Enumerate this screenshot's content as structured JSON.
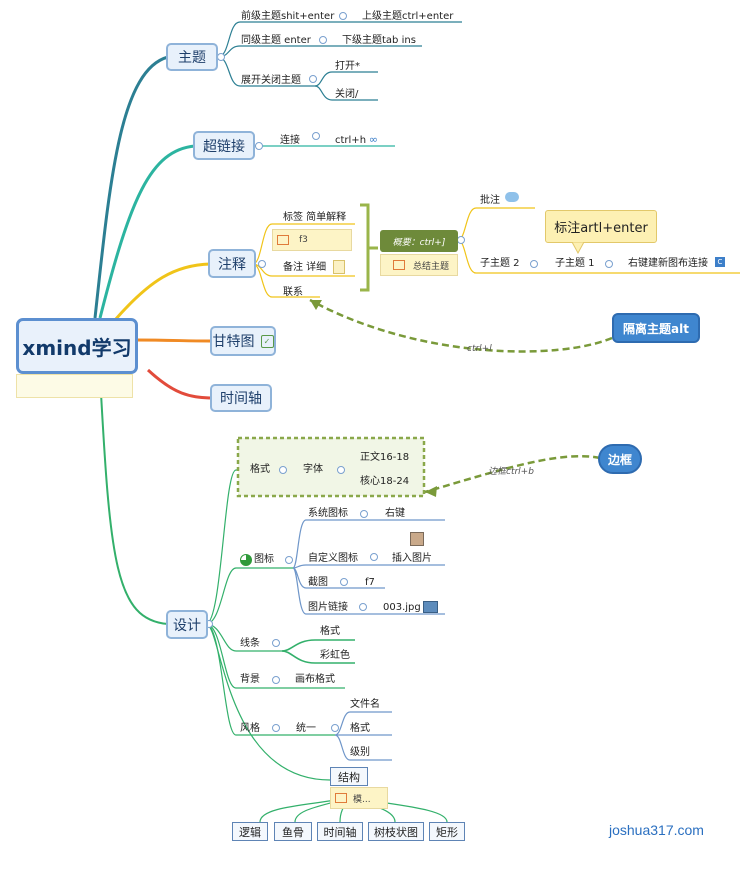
{
  "root": {
    "label": "xmind学习"
  },
  "branches": {
    "topic": "主题",
    "hyperlink": "超链接",
    "annotation": "注释",
    "gantt": "甘特图",
    "timeline": "时间轴",
    "design": "设计"
  },
  "topic_children": {
    "prev_topic": "前级主题shit+enter",
    "upper_topic": "上级主题ctrl+enter",
    "same_topic": "同级主题 enter",
    "lower_topic": "下级主题tab ins",
    "expand_collapse": "展开关闭主题",
    "open": "打开*",
    "close": "关闭/"
  },
  "hyperlink_children": {
    "connect": "连接",
    "shortcut": "ctrl+h"
  },
  "annotation_children": {
    "label_simple": "标签 简单解释",
    "f3": "f3",
    "remark_detail": "备注 详细",
    "connection": "联系",
    "summary": "概要：ctrl+]",
    "summary_topic": "总结主题",
    "comment": "批注",
    "subtopic2": "子主题 2",
    "subtopic1": "子主题 1",
    "new_canvas_link": "右键建新图布连接",
    "callout": "标注artl+enter",
    "float_topic": "隔离主题alt",
    "relation_shortcut": "ctrl+l"
  },
  "design_children": {
    "format": "格式",
    "font": "字体",
    "body_text": "正文16-18",
    "core_text": "核心18-24",
    "boundary_shortcut": "边框ctrl+b",
    "boundary": "边框",
    "icons": "图标",
    "system_icons": "系统图标",
    "right_click": "右键",
    "custom_icons": "自定义图标",
    "insert_image": "插入图片",
    "screenshot": "截图",
    "f7": "f7",
    "image_link": "图片链接",
    "image_file": "003.jpg",
    "lines": "线条",
    "line_format": "格式",
    "rainbow": "彩虹色",
    "background": "背景",
    "canvas_format": "画布格式",
    "style": "风格",
    "unify": "统一",
    "filename": "文件名",
    "style_format": "格式",
    "level": "级别",
    "structure": "结构",
    "structure_note": "模...",
    "structures": [
      "逻辑",
      "鱼骨",
      "时间轴",
      "树枝状图",
      "矩形"
    ]
  },
  "watermark": "joshua317.com",
  "colors": {
    "topic_border": "#8fb3d9",
    "root_border": "#5c8fd0",
    "leaf_line": "#6f96c9",
    "relation": "#7a9a3a",
    "callout_fill": "#fdf0b3",
    "pill_fill": "#3f86cf"
  }
}
